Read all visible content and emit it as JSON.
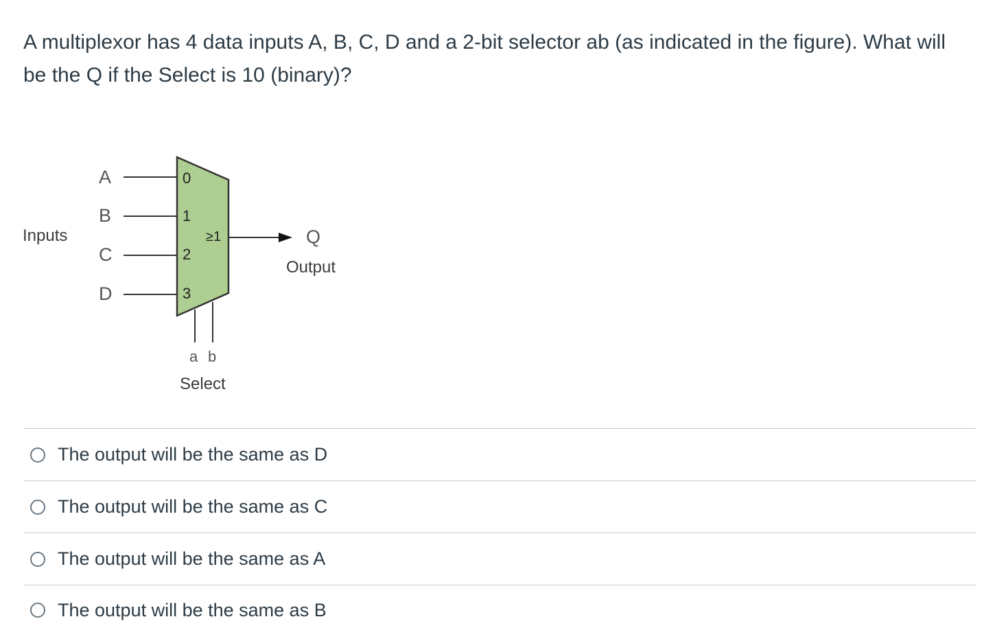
{
  "question": {
    "text": "A multiplexor has 4 data inputs A, B, C, D and a 2-bit selector ab (as indicated in the figure). What will be the Q if the Select is 10 (binary)?"
  },
  "figure": {
    "inputs_label": "Inputs",
    "input_letters": [
      "A",
      "B",
      "C",
      "D"
    ],
    "input_numbers": [
      "0",
      "1",
      "2",
      "3"
    ],
    "mux_symbol": "≥1",
    "output_letter": "Q",
    "output_label": "Output",
    "select_bits": [
      "a",
      "b"
    ],
    "select_label": "Select",
    "mux_fill": "#a8cc88"
  },
  "answers": [
    {
      "label": "The output will be the same as D",
      "selected": false
    },
    {
      "label": "The output will be the same as C",
      "selected": false
    },
    {
      "label": "The output will be the same as A",
      "selected": false
    },
    {
      "label": "The output will be the same as B",
      "selected": false
    }
  ]
}
